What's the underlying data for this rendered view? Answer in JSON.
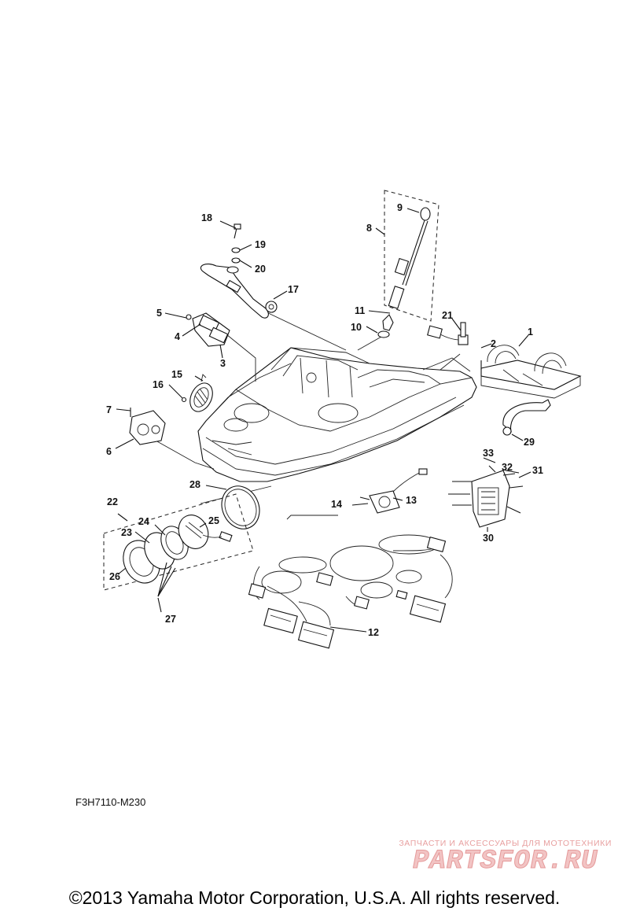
{
  "diagram": {
    "callouts": [
      "1",
      "2",
      "3",
      "4",
      "5",
      "6",
      "7",
      "8",
      "9",
      "10",
      "11",
      "12",
      "13",
      "14",
      "15",
      "16",
      "17",
      "18",
      "19",
      "20",
      "21",
      "22",
      "23",
      "24",
      "25",
      "26",
      "27",
      "28",
      "29",
      "30",
      "31",
      "32",
      "33"
    ]
  },
  "footer": {
    "drawing_code": "F3H7110-M230",
    "copyright": "©2013 Yamaha Motor Corporation, U.S.A. All rights reserved."
  },
  "watermark": {
    "tagline": "ЗАПЧАСТИ И АКСЕССУАРЫ ДЛЯ МОТОТЕХНИКИ",
    "logo_text": "PARTSFOR.RU"
  }
}
